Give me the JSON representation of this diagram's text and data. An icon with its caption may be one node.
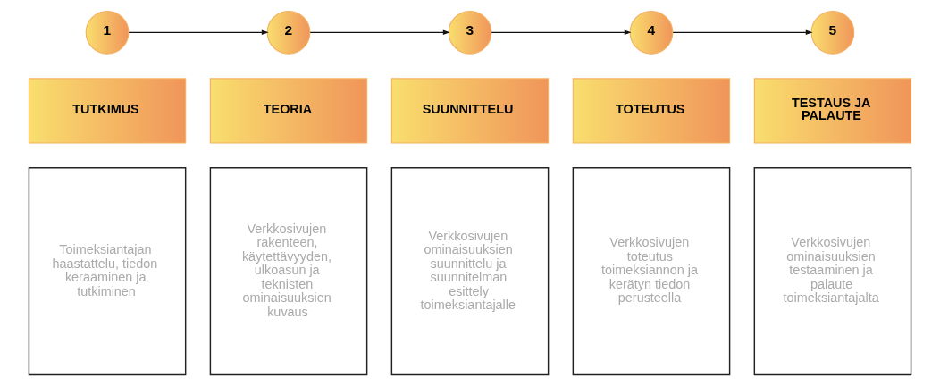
{
  "diagram": {
    "nodes": [
      {
        "text": [
          "1"
        ]
      },
      {
        "text": [
          "2"
        ]
      },
      {
        "text": [
          "3"
        ]
      },
      {
        "text": [
          "4"
        ]
      },
      {
        "text": [
          "5"
        ]
      },
      {
        "text": [
          "TUTKIMUS"
        ]
      },
      {
        "text": [
          "TEORIA"
        ]
      },
      {
        "text": [
          "SUUNNITTELU"
        ]
      },
      {
        "text": [
          "TOTEUTUS"
        ]
      },
      {
        "text": [
          "TESTAUS JA PALAUTE"
        ]
      },
      {
        "text": [
          "Toimeksiantajan haastattelu, tiedon kerääminen ja tutkiminen"
        ]
      },
      {
        "text": [
          "Verkkosivujen rakenteen, käytettävyyden, ulkoasun ja teknisten ominaisuuksien kuvaus"
        ]
      },
      {
        "text": [
          "Verkkosivujen ominaisuuksien suunnittelu ja suunnitelman esittely toimeksiantajalle"
        ]
      },
      {
        "text": [
          "Verkkosivujen toteutus toimeksiannon ja kerätyn tiedon perusteella"
        ]
      },
      {
        "text": [
          "Verkkosivujen ominaisuuksien testaaminen ja palaute toimeksiantajalta"
        ]
      }
    ],
    "edges": [
      {
        "from": 0,
        "to": 1,
        "arrow": "to"
      },
      {
        "from": 1,
        "to": 2,
        "arrow": "to"
      },
      {
        "from": 2,
        "to": 3,
        "arrow": "to"
      },
      {
        "from": 3,
        "to": 4,
        "arrow": "to"
      }
    ]
  }
}
